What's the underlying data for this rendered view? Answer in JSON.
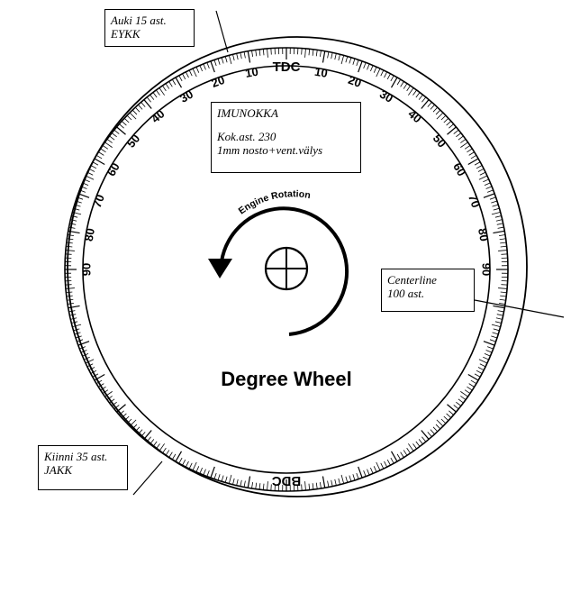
{
  "wheel": {
    "title": "Degree Wheel",
    "rotation_label": "Engine Rotation",
    "tdc_label": "TDC",
    "bdc_label": "BDC",
    "scale_labels": [
      "10",
      "20",
      "30",
      "40",
      "50",
      "60",
      "70",
      "80",
      "90"
    ]
  },
  "annotations": {
    "top_left": {
      "line1": "Auki 15 ast.",
      "line2": "EYKK"
    },
    "cam": {
      "line1": "IMUNOKKA",
      "line2": "Kok.ast. 230",
      "line3": "1mm nosto+vent.välys"
    },
    "centerline": {
      "line1": "Centerline",
      "line2": "100 ast."
    },
    "bottom_left": {
      "line1": "Kiinni 35 ast.",
      "line2": "JAKK"
    }
  }
}
